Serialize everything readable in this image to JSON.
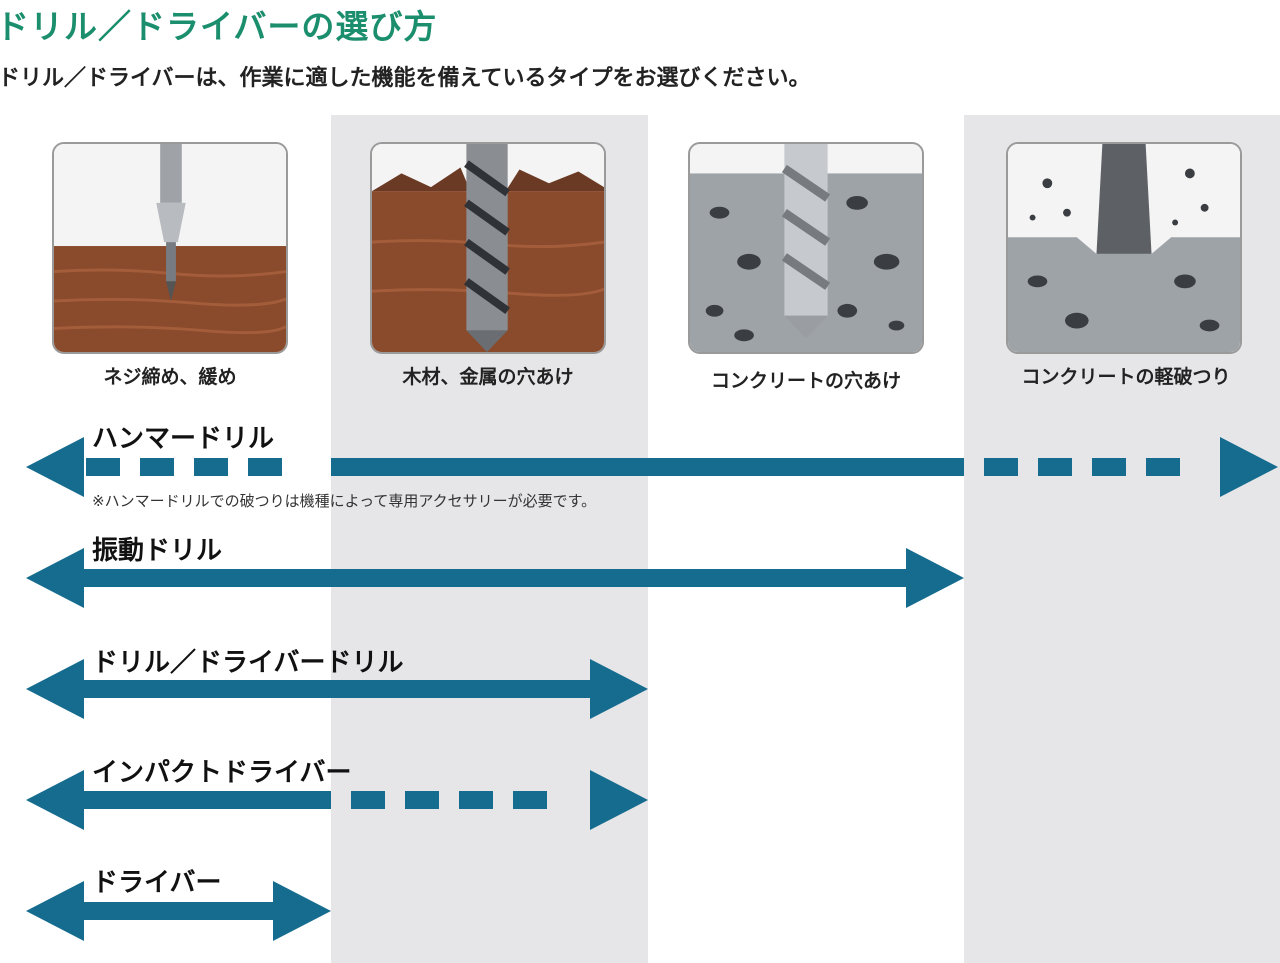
{
  "title": "ドリル／ドライバーの選び方",
  "subtitle": "ドリル／ドライバーは、作業に適した機能を備えているタイプをお選びください。",
  "columns": [
    {
      "caption": "ネジ締め、緩め",
      "illustration": "screw-in-wood-icon"
    },
    {
      "caption": "木材、金属の穴あけ",
      "illustration": "drill-bit-in-wood-icon"
    },
    {
      "caption": "コンクリートの穴あけ",
      "illustration": "drill-bit-in-concrete-icon"
    },
    {
      "caption": "コンクリートの軽破つり",
      "illustration": "chisel-in-concrete-icon"
    }
  ],
  "tools": [
    {
      "name": "ハンマードリル",
      "solid_from": 1,
      "solid_to": 3,
      "dashed_to": 4,
      "dashed_before": 0.8
    },
    {
      "name": "振動ドリル",
      "solid_from": 0,
      "solid_to": 3,
      "dashed_to": 3,
      "dashed_before": 0
    },
    {
      "name": "ドリル／ドライバードリル",
      "solid_from": 0,
      "solid_to": 2,
      "dashed_to": 2,
      "dashed_before": 0
    },
    {
      "name": "インパクトドライバー",
      "solid_from": 0,
      "solid_to": 1,
      "dashed_to": 2,
      "dashed_before": 0
    },
    {
      "name": "ドライバー",
      "solid_from": 0,
      "solid_to": 1,
      "dashed_to": 1,
      "dashed_before": 0
    }
  ],
  "note": "※ハンマードリルでの破つりは機種によって専用アクセサリーが必要です。",
  "colors": {
    "arrow": "#156c8f",
    "title": "#1b8e6d",
    "shade": "#e6e6e8"
  }
}
